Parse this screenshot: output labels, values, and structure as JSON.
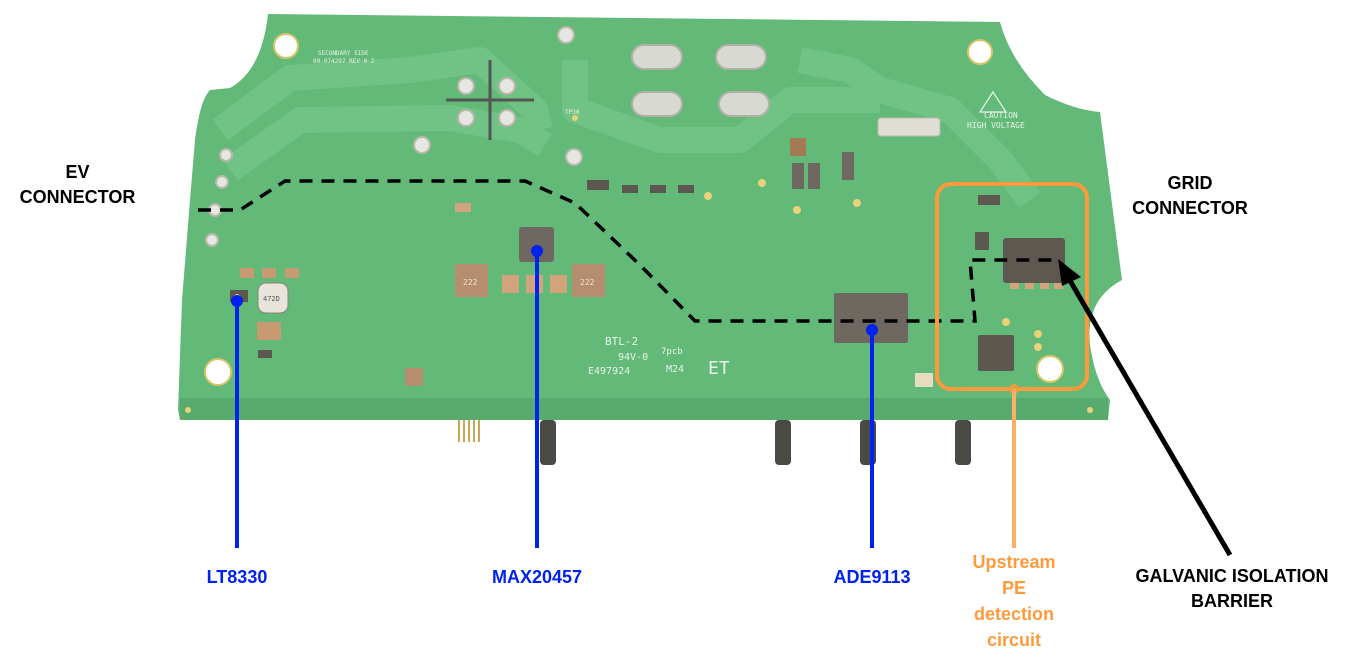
{
  "figure": {
    "type": "annotated-pcb-photo",
    "board": {
      "silkscreen": {
        "side": "SECONDARY SIDE",
        "part_number": "09-074297 REV 0 2",
        "caution_line1": "CAUTION",
        "caution_line2": "HIGH VOLTAGE",
        "btl": "BTL-2",
        "rating": "94V-0",
        "ul_file": "E497924",
        "maker": "7pcb",
        "date_code": "M24",
        "et_mark": "ET",
        "tp_label": "TP30",
        "inductor_code": "472D",
        "cap_code": "222"
      }
    },
    "connectors": {
      "ev": {
        "line1": "EV",
        "line2": "CONNECTOR"
      },
      "grid": {
        "line1": "GRID",
        "line2": "CONNECTOR"
      }
    },
    "components": [
      {
        "id": "lt8330",
        "label": "LT8330"
      },
      {
        "id": "max20457",
        "label": "MAX20457"
      },
      {
        "id": "ade9113",
        "label": "ADE9113"
      }
    ],
    "pe_circuit": {
      "line1": "Upstream",
      "line2": "PE",
      "line3": "detection",
      "line4": "circuit"
    },
    "isolation": {
      "line1": "GALVANIC ISOLATION",
      "line2": "BARRIER"
    },
    "colors": {
      "board_green": "#63b978",
      "component_blue": "#0022ee",
      "pe_orange": "#ff9a3c",
      "barrier_black": "#000000",
      "background": "#ffffff"
    }
  }
}
